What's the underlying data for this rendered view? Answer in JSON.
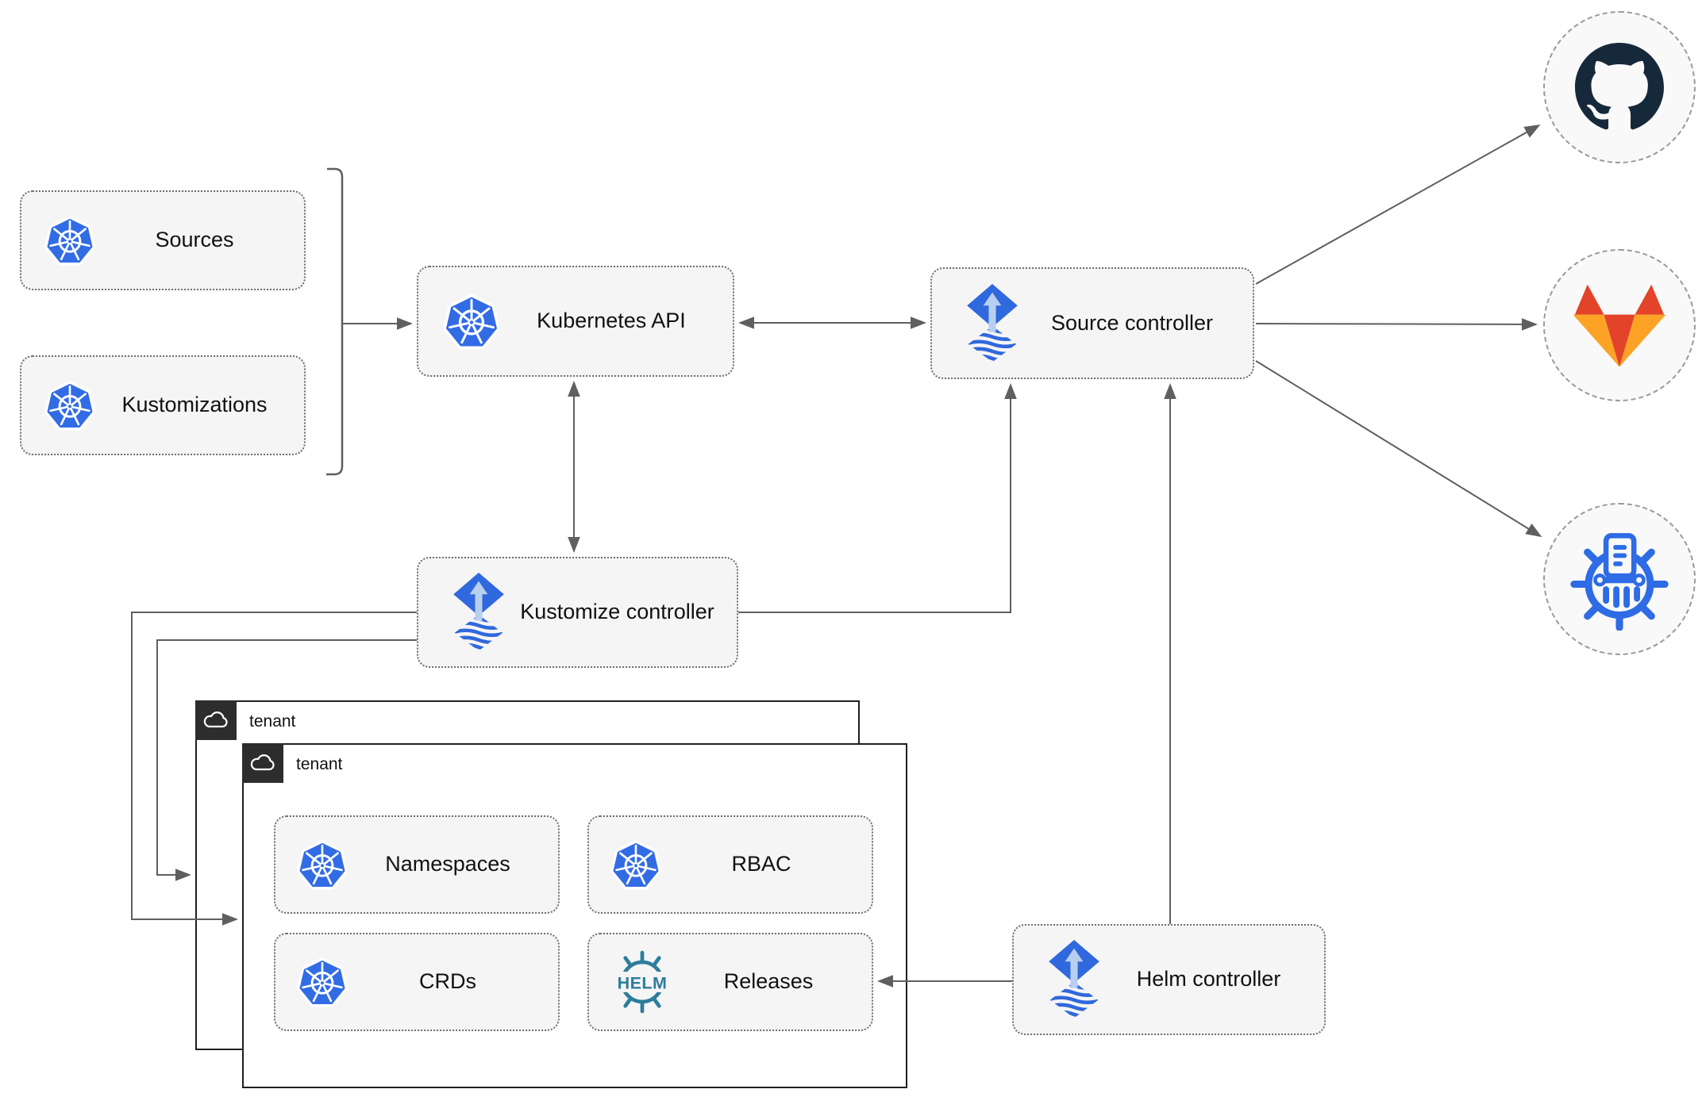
{
  "nodes": {
    "sources": {
      "label": "Sources",
      "icon": "kubernetes-icon"
    },
    "kustomizations": {
      "label": "Kustomizations",
      "icon": "kubernetes-icon"
    },
    "kubernetes_api": {
      "label": "Kubernetes API",
      "icon": "kubernetes-icon"
    },
    "source_controller": {
      "label": "Source controller",
      "icon": "flux-icon"
    },
    "kustomize_controller": {
      "label": "Kustomize controller",
      "icon": "flux-icon"
    },
    "helm_controller": {
      "label": "Helm controller",
      "icon": "flux-icon"
    },
    "tenant_back": {
      "label": "tenant",
      "icon": "cloud-icon"
    },
    "tenant_front": {
      "label": "tenant",
      "icon": "cloud-icon"
    },
    "namespaces": {
      "label": "Namespaces",
      "icon": "kubernetes-icon"
    },
    "rbac": {
      "label": "RBAC",
      "icon": "kubernetes-icon"
    },
    "crds": {
      "label": "CRDs",
      "icon": "kubernetes-icon"
    },
    "releases": {
      "label": "Releases",
      "icon": "helm-icon",
      "icon_text": "HELM"
    },
    "github": {
      "icon": "github-icon"
    },
    "gitlab": {
      "icon": "gitlab-icon"
    },
    "registry": {
      "icon": "container-registry-icon"
    }
  },
  "colors": {
    "kubernetes_blue": "#326ce5",
    "flux_blue": "#3068dd",
    "flux_arrow_light": "#b9cff0",
    "helm_teal": "#2c7d9c",
    "github_dark": "#16293b",
    "gitlab_red_orange": "#e24329",
    "gitlab_light_orange": "#fca326",
    "registry_blue": "#2e6be5",
    "node_fill": "#f5f5f5",
    "connector_gray": "#5f5f5f",
    "tenant_tab_dark": "#2d2d2d"
  }
}
